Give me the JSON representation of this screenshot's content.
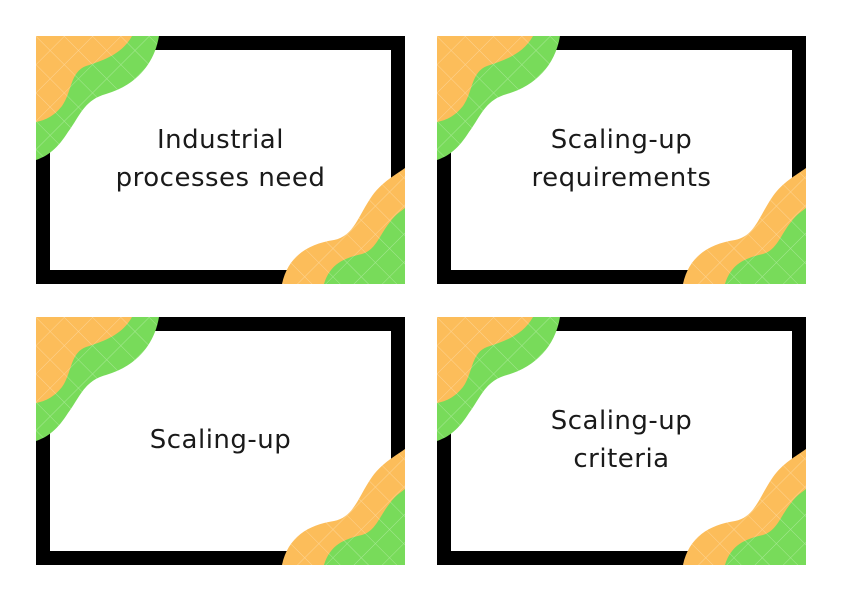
{
  "colors": {
    "frame": "#000000",
    "card_background": "#ffffff",
    "accent_orange": "#fcbd5a",
    "accent_green": "#78db5a",
    "text": "#1a1a1a"
  },
  "cards": [
    {
      "line1": "Industrial",
      "line2": "processes need"
    },
    {
      "line1": "Scaling-up",
      "line2": "requirements"
    },
    {
      "line1": "Scaling-up",
      "line2": ""
    },
    {
      "line1": "Scaling-up",
      "line2": "criteria"
    }
  ]
}
